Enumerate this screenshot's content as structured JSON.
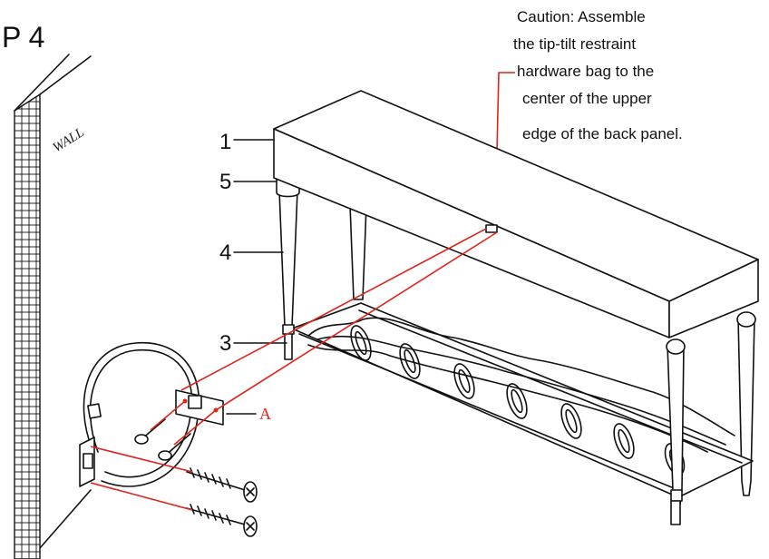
{
  "page_label": "P 4",
  "wall_label": "WALL",
  "caution_lines": [
    "Caution: Assemble",
    "the tip-tilt restraint",
    "hardware bag to the",
    "center of the upper",
    "edge of the back panel."
  ],
  "part_labels": {
    "p1": "1",
    "p5": "5",
    "p4": "4",
    "p3": "3"
  },
  "hardware_label": "A",
  "colors": {
    "ink": "#111111",
    "accent_red": "#e0241b",
    "background": "#ffffff"
  }
}
